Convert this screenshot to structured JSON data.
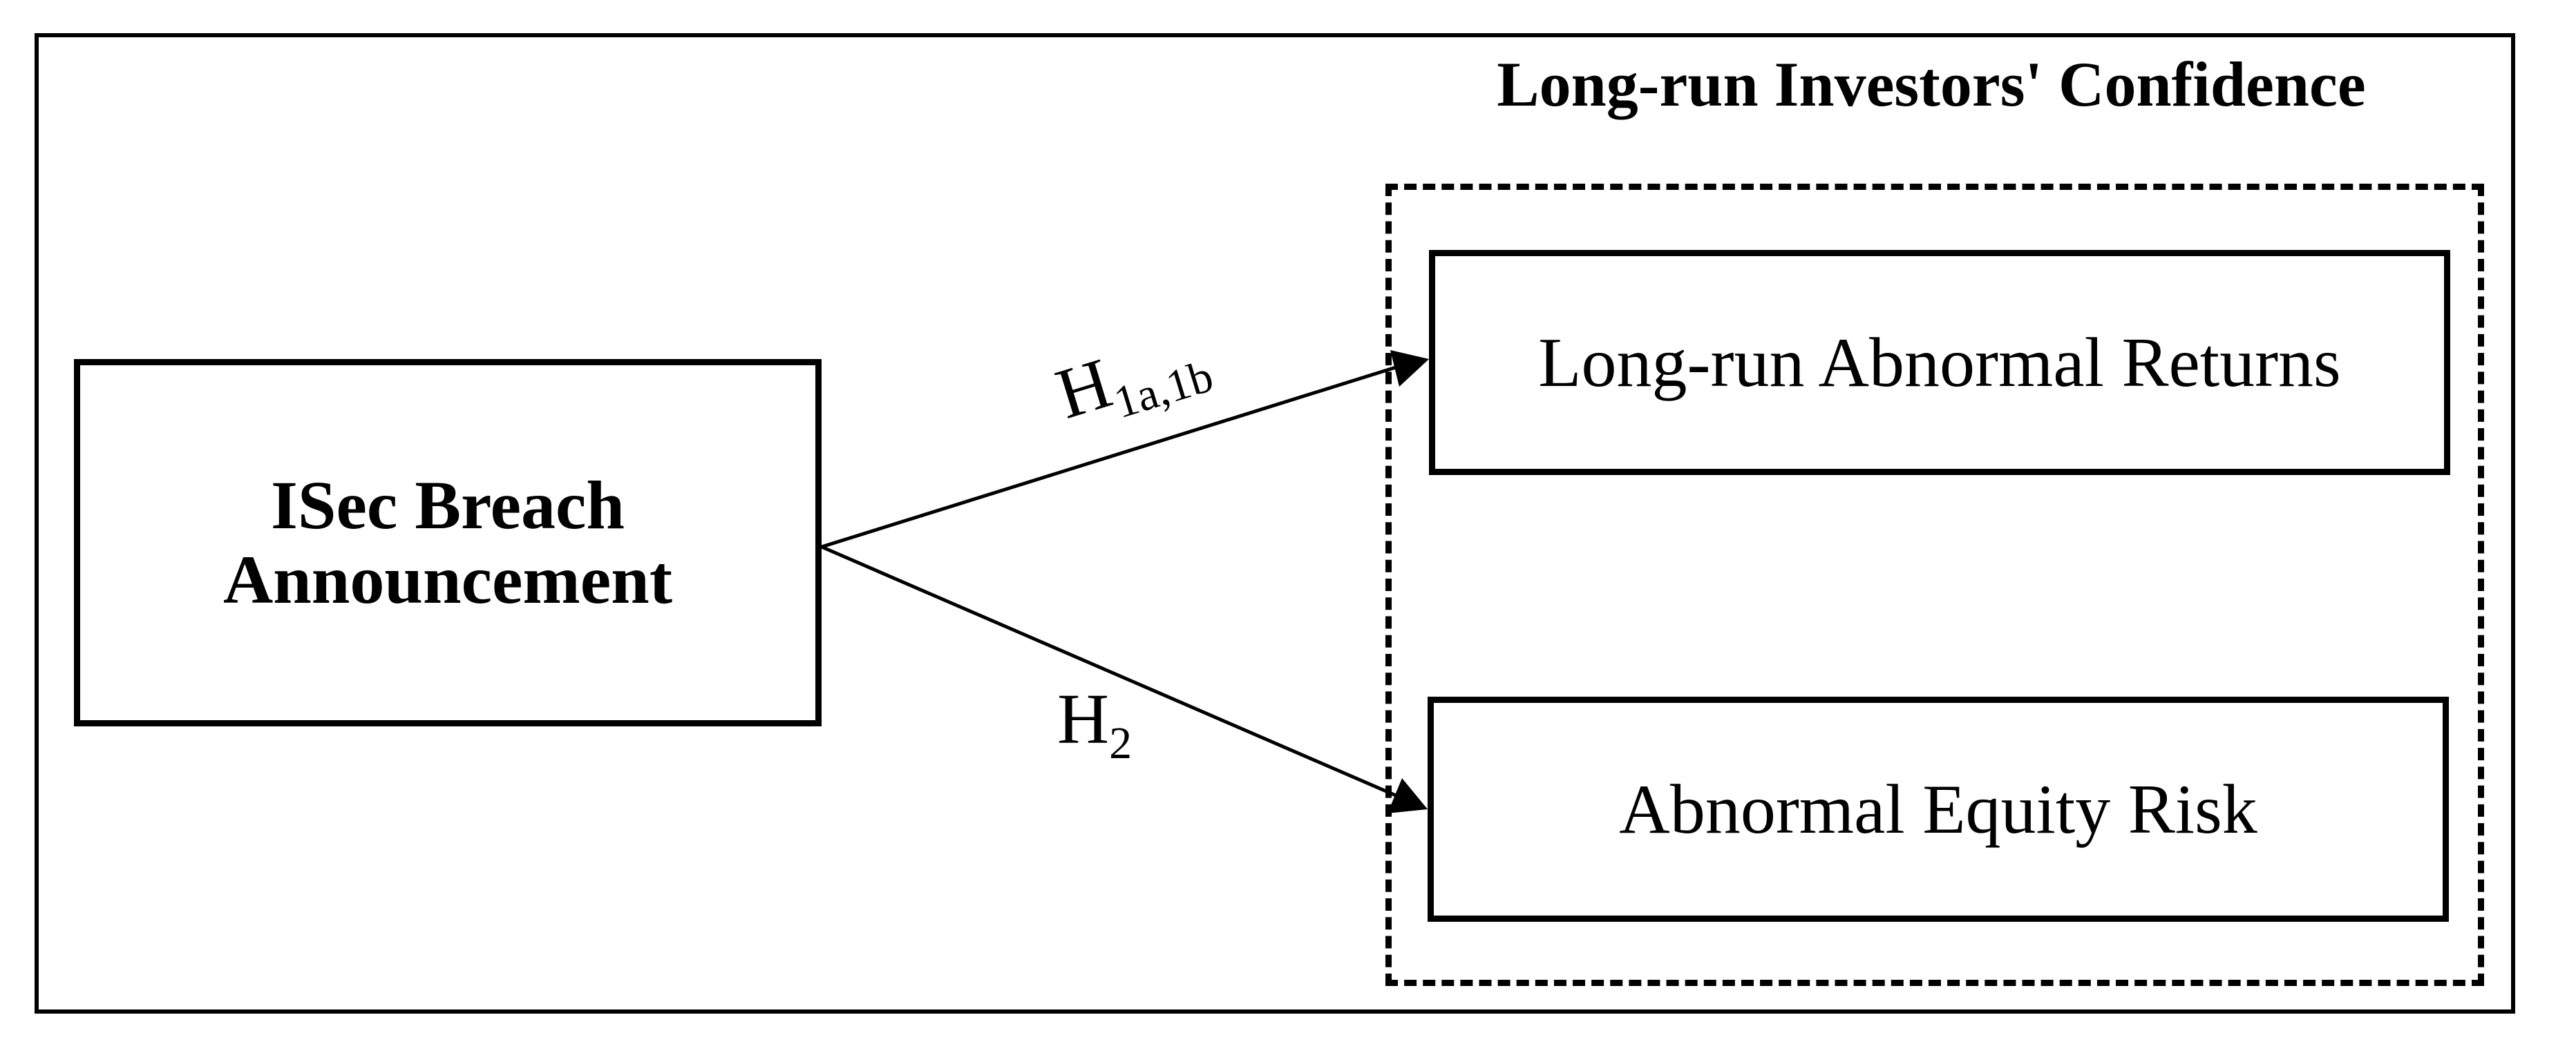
{
  "group": {
    "title": "Long-run Investors' Confidence"
  },
  "source": {
    "line1": "ISec Breach",
    "line2": "Announcement"
  },
  "targets": [
    {
      "label": "Long-run Abnormal Returns"
    },
    {
      "label": "Abnormal Equity Risk"
    }
  ],
  "hypotheses": {
    "h1": {
      "main": "H",
      "sub": "1a,1b"
    },
    "h2": {
      "main": "H",
      "sub": "2"
    }
  }
}
